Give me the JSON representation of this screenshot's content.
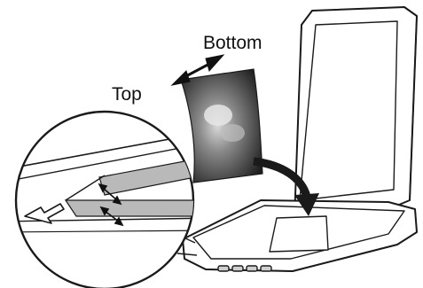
{
  "labels": {
    "bottom": "Bottom",
    "top": "Top"
  },
  "colors": {
    "line": "#1a1a1a",
    "glass_strip": "#b9b9b9",
    "lid_inner": "#ffffff",
    "photo_dark": "#2e2e2e"
  },
  "icons": {
    "orientation_arrow": "double-headed-arrow",
    "placement_arrow": "curved-arrow-down",
    "alignment_mark": "corner-alignment-arrow",
    "margin_indicator": "double-headed-gap-arrow"
  }
}
